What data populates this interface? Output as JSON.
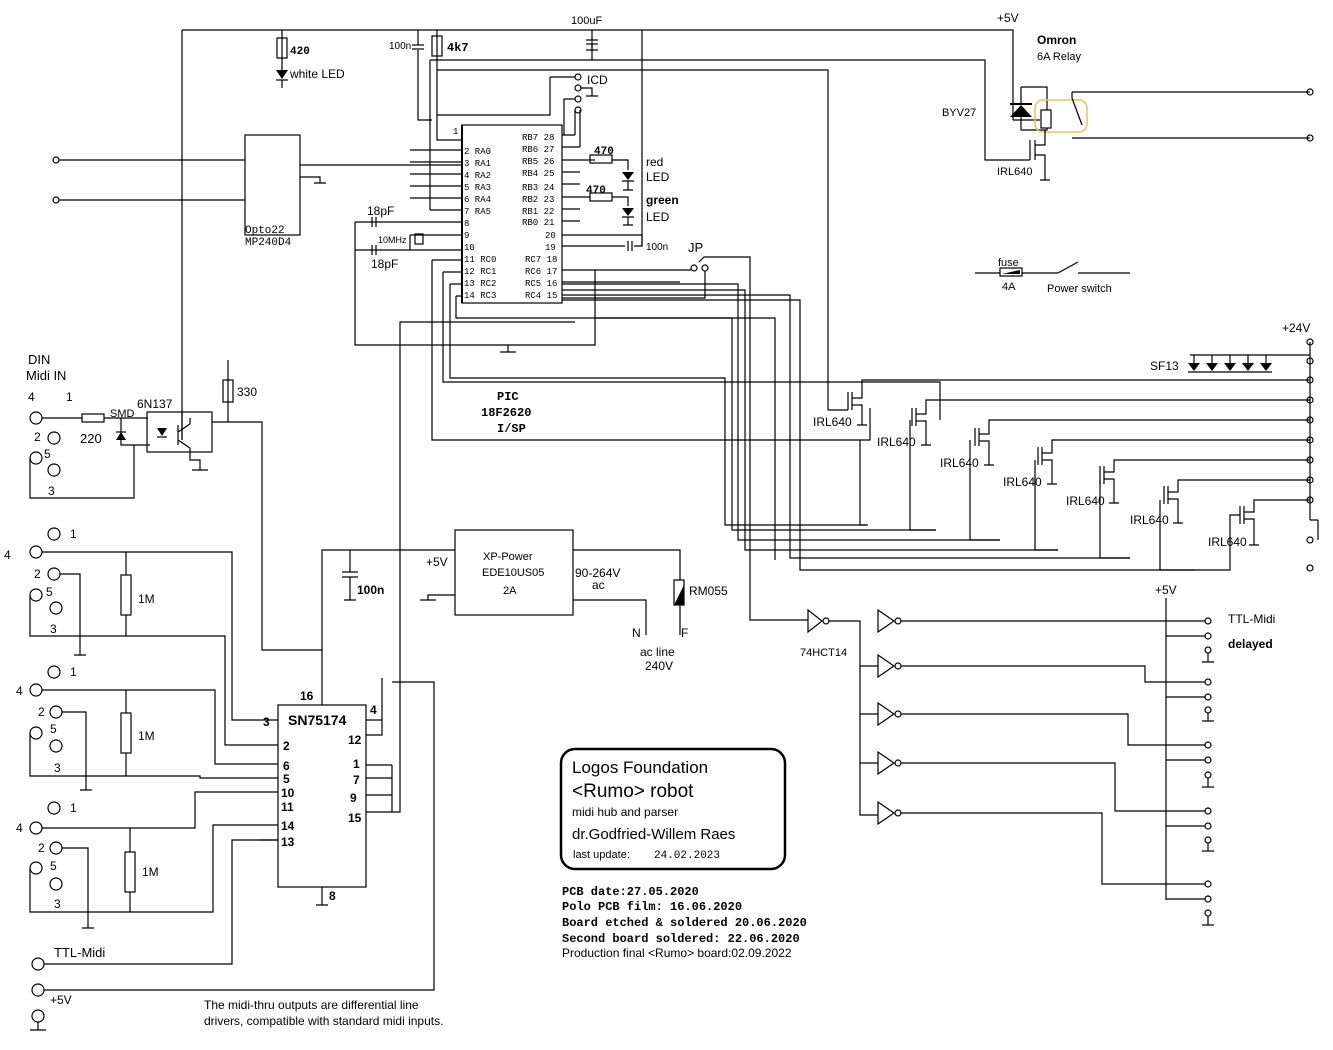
{
  "title_block": {
    "org": "Logos Foundation",
    "project": "<Rumo> robot",
    "subtitle": "midi hub and parser",
    "author": "dr.Godfried-Willem Raes",
    "update_label": "last update:",
    "update_date": "24.02.2023"
  },
  "notes": {
    "pcb_date": "PCB date:27.05.2020",
    "polo": "Polo PCB film: 16.06.2020",
    "etched": "Board etched & soldered 20.06.2020",
    "second": "Second board soldered: 22.06.2020",
    "production": "Production final <Rumo> board:02.09.2022",
    "thru_note_1": "The midi-thru outputs are differential line",
    "thru_note_2": "drivers, compatible with standard midi inputs."
  },
  "pic": {
    "name1": "PIC",
    "name2": "18F2620",
    "name3": "I/SP",
    "left_pins": [
      "1",
      "2 RA0",
      "3 RA1",
      "4 RA2",
      "5 RA3",
      "6 RA4",
      "7 RA5",
      "8",
      "9",
      "10",
      "11 RC0",
      "12 RC1",
      "13 RC2",
      "14 RC3"
    ],
    "right_pins": [
      "RB7 28",
      "RB6 27",
      "RB5 26",
      "RB4 25",
      "RB3 24",
      "RB2 23",
      "RB1 22",
      "RB0 21",
      "20",
      "19",
      "RC7 18",
      "RC6 17",
      "RC5 16",
      "RC4 15"
    ]
  },
  "labels": {
    "r420": "420",
    "white_led": "white LED",
    "c100n_top": "100n",
    "r4k7": "4k7",
    "c100uf": "100uF",
    "icd": "ICD",
    "r470a": "470",
    "r470b": "470",
    "red_led_1": "red",
    "red_led_2": "LED",
    "green_led_1": "green",
    "green_led_2": "LED",
    "c100n_right": "100n",
    "jp": "JP",
    "c18pf_top": "18pF",
    "c18pf_bot": "18pF",
    "xtal": "10MHz",
    "opto_1": "Opto22",
    "opto_2": "MP240D4",
    "vcc5_top": "+5V",
    "relay_1": "Omron",
    "relay_2": "6A Relay",
    "byv27": "BYV27",
    "irl_relay": "IRL640",
    "fuse": "fuse",
    "fuse_val": "4A",
    "power_switch": "Power switch",
    "v24": "+24V",
    "sf13": "SF13",
    "irl": "IRL640",
    "din_1": "DIN",
    "din_2": "Midi IN",
    "r220": "220",
    "smd": "SMD",
    "n6n137": "6N137",
    "r330": "330",
    "r1m": "1M",
    "c100n_mid": "100n",
    "xp_1": "XP-Power",
    "xp_2": "EDE10US05",
    "xp_3": "2A",
    "xp_in": "+5V",
    "ac_1": "90-264V",
    "ac_2": "ac",
    "rm055": "RM055",
    "n": "N",
    "f": "F",
    "acline_1": "ac line",
    "acline_2": "240V",
    "hct14": "74HCT14",
    "v5_right": "+5V",
    "ttl_midi": "TTL-Midi",
    "delayed": "delayed",
    "sn": "SN75174",
    "ttl_midi_left": "TTL-Midi",
    "v5_left": "+5V"
  },
  "sn_pins": {
    "p16": "16",
    "p3": "3",
    "p4": "4",
    "p2": "2",
    "p12": "12",
    "p6": "6",
    "p5": "5",
    "p1": "1",
    "p7": "7",
    "p10": "10",
    "p9": "9",
    "p11": "11",
    "p14": "14",
    "p15": "15",
    "p13": "13",
    "p8": "8"
  },
  "din_pins": {
    "one": "1",
    "two": "2",
    "three": "3",
    "four": "4",
    "five": "5"
  }
}
